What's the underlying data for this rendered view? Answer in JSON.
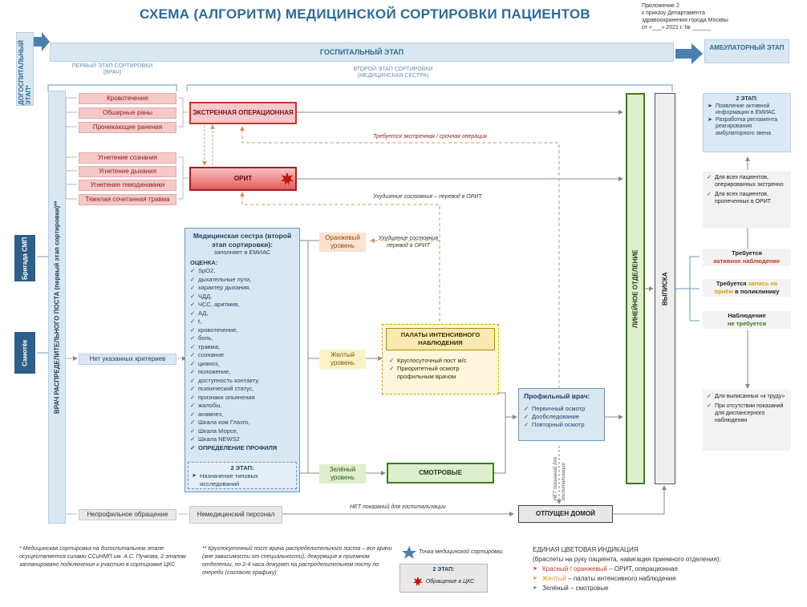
{
  "title": "СХЕМА (АЛГОРИТМ) МЕДИЦИНСКОЙ СОРТИРОВКИ ПАЦИЕНТОВ",
  "appendix": [
    "Приложение 2",
    "к приказу Департамента",
    "здравоохранения города Москвы",
    "от «___»           2021 г. № ______"
  ],
  "stages": {
    "prehospital": "ДОГОСПИТАЛЬНЫЙ ЭТАП*",
    "hospital": "ГОСПИТАЛЬНЫЙ ЭТАП",
    "ambulatory": "АМБУЛАТОРНЫЙ ЭТАП",
    "first_sort": "ПЕРВЫЙ ЭТАП СОРТИРОВКИ (ВРАЧ)",
    "second_sort": "ВТОРОЙ ЭТАП СОРТИРОВКИ (МЕДИЦИНСКАЯ СЕСТРА)"
  },
  "sources": {
    "smp": "Бригада СМП",
    "self": "Самотёк"
  },
  "reception_doctor": "ВРАЧ РАСПРЕДЕЛИТЕЛЬНОГО ПОСТА (первый этап сортировки)**",
  "criteria_red1": [
    "Кровотечение",
    "Обширные раны",
    "Проникающие ранения"
  ],
  "criteria_red2": [
    "Угнетение сознания",
    "Угнетение дыхания",
    "Угнетение гемодинамики",
    "Тяжелая сочетанная травма"
  ],
  "no_criteria": "Нет указанных критериев",
  "nonprofile": "Непрофильное обращение",
  "nonmedical": "Немедицинский персонал",
  "emergency_or": "ЭКСТРЕННАЯ ОПЕРАЦИОННАЯ",
  "icu": "ОРИТ",
  "note_emergency_op": "Требуется экстренная / срочная операция",
  "note_deterioration": "Ухудшение состояния – перевод в ОРИТ",
  "note_deterioration2": "Ухудшение состояния перевод в ОРИТ",
  "nurse": {
    "title": "Медицинская сестра (второй этап сортировки):",
    "subtitle": "заполняет в ЕМИАС",
    "assessment": "ОЦЕНКА:",
    "items": [
      "SpO2,",
      "дыхательные пути,",
      "характер дыхания,",
      "ЧДД,",
      "ЧСС, аритмия,",
      "АД,",
      "t,",
      "кровотечение,",
      "боль,",
      "травма,",
      "сознание",
      "цианоз,",
      "положение,",
      "доступность контакту,",
      "психический статус,",
      "признаки опьянения",
      "жалобы,",
      "анамнез,",
      "Шкала ком Глазго,",
      "Шкала Морсе,",
      "Шкала NEWS2"
    ],
    "profile": "ОПРЕДЕЛЕНИЕ ПРОФИЛЯ",
    "stage2": "2 ЭТАП:",
    "stage2_item": "Назначение типовых исследований"
  },
  "levels": {
    "orange": "Оранжевый уровень",
    "yellow": "Желтый уровень",
    "green": "Зелёный уровень"
  },
  "intensive": {
    "title": "ПАЛАТЫ ИНТЕНСИВНОГО НАБЛЮДЕНИЯ",
    "items": [
      "Круглосуточный пост м/с",
      "Приоритетный осмотр профильным врачом"
    ]
  },
  "exam_rooms": "СМОТРОВЫЕ",
  "profile_doctor": {
    "title": "Профильный врач:",
    "items": [
      "Первичный осмотр",
      "Дообследование",
      "Повторный осмотр"
    ]
  },
  "no_hosp_vertical": "НЕТ показаний для госпитализации",
  "no_hosp": "НЕТ показаний для госпитализации",
  "sent_home": "ОТПУЩЕН ДОМОЙ",
  "linear_dept": "ЛИНЕЙНОЕ ОТДЕЛЕНИЕ",
  "discharge": "ВЫПИСКА",
  "right": {
    "box1_title": "2 ЭТАП:",
    "box1_items": [
      "Появление активной информации в ЕМИАС",
      "Разработка регламента реагирования амбулаторного звена"
    ],
    "box2_items": [
      "Для всех пациентов, оперированных экстренно",
      "Для всех пациентов, пролеченных в ОРИТ"
    ],
    "req1_a": "Требуется",
    "req1_b": "активное наблюдение",
    "req2_a": "Требуется",
    "req2_b": "запись на",
    "req2_c": "приём",
    "req2_d": "в поликлинику",
    "req3_a": "Наблюдение",
    "req3_b": "не требуется",
    "box3_items": [
      "Для выписанных «к труду»",
      "При отсутствии показаний для диспансерного наблюдения"
    ]
  },
  "footnotes": {
    "f1": "* Медицинская сортировка на догоспитальном этапе осуществляется силами ССиНМП им. А.С. Пучкова, 2 этапом запланировано подключение к участию в сортировке ЦКС",
    "f2": "** Круглосуточный пост врача распределительного поста – все врачи (вне зависимости от специальности), дежурящие в приемном отделении, по 2-4 часа дежурят на распределительном посту по очереди (согласно графику)",
    "star": "Точка медицинской сортировки",
    "stage2": "2 ЭТАП:",
    "cks": "Обращение в ЦКС"
  },
  "legend": {
    "title": "ЕДИНАЯ ЦВЕТОВАЯ ИНДИКАЦИЯ",
    "subtitle": "(браслеты на руку пациента, навигация приемного отделения):",
    "red_a": "Красный / оранжевый",
    "red_b": " – ОРИТ, операционная",
    "yel_a": "Желтый",
    "yel_b": " – палаты интенсивного наблюдения",
    "grn_a": "Зелёный",
    "grn_b": " – смотровые"
  },
  "colors": {
    "red": "#c0392b",
    "yellow": "#d4a017",
    "green": "#4a8a2a",
    "blue": "#2e6b96"
  }
}
